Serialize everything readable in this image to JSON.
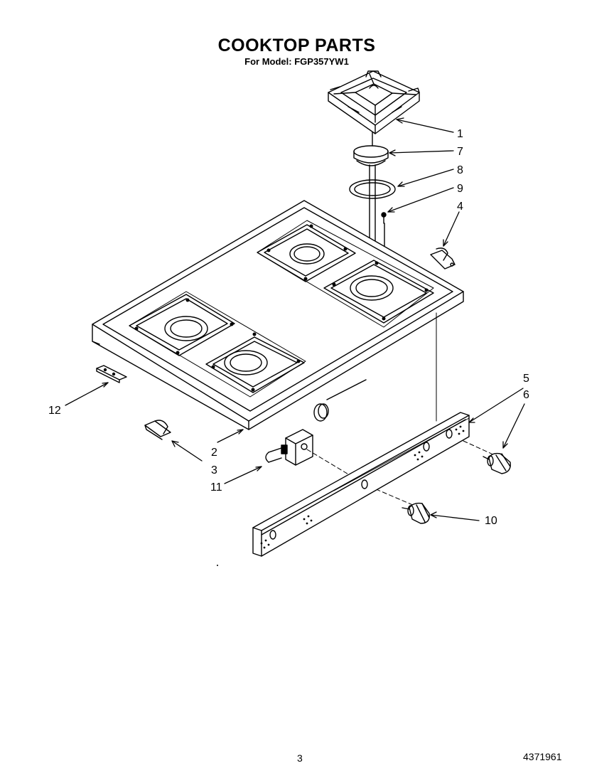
{
  "header": {
    "title": "COOKTOP PARTS",
    "model_line": "For Model: FGP357YW1"
  },
  "callouts": [
    {
      "label": "1",
      "part": "burner-grate"
    },
    {
      "label": "7",
      "part": "burner-cap"
    },
    {
      "label": "8",
      "part": "burner-ring"
    },
    {
      "label": "9",
      "part": "screw"
    },
    {
      "label": "4",
      "part": "bracket-right"
    },
    {
      "label": "5",
      "part": "control-panel"
    },
    {
      "label": "6",
      "part": "control-knob-right"
    },
    {
      "label": "12",
      "part": "bracket-small"
    },
    {
      "label": "2",
      "part": "cooktop"
    },
    {
      "label": "3",
      "part": "bracket-left"
    },
    {
      "label": "11",
      "part": "ignition-switch"
    },
    {
      "label": "10",
      "part": "control-knob"
    }
  ],
  "footer": {
    "page_number": "3",
    "document_number": "4371961"
  }
}
